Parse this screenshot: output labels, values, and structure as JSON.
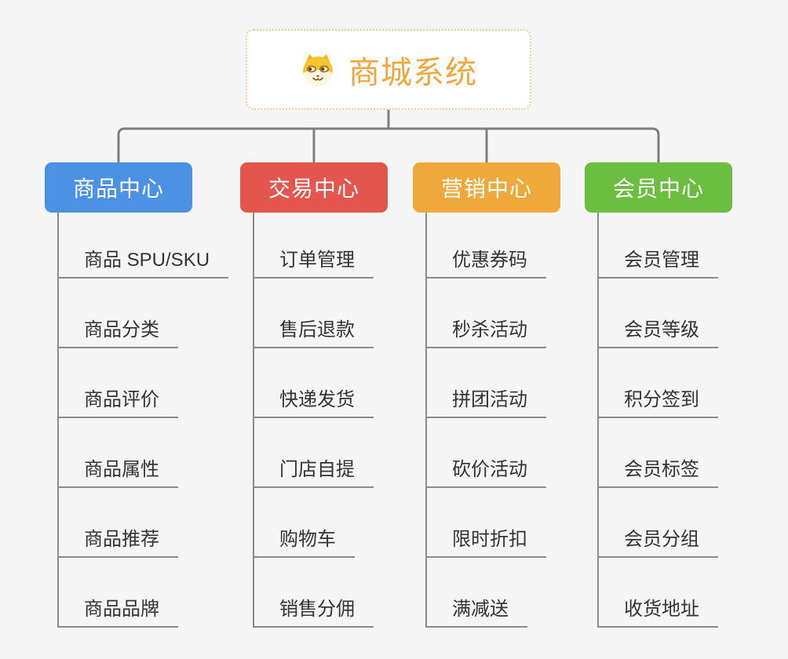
{
  "root": {
    "title": "商城系统",
    "icon": "dog-icon",
    "text_color": "#f1a73f",
    "border_color": "#f7ce90"
  },
  "colors": {
    "background": "#f5f5f5",
    "top_connector": "#7e7e7e",
    "branch_line": "#8b8b8b",
    "leaf_text": "#333333"
  },
  "branches": [
    {
      "label": "商品中心",
      "color": "#4b92e5",
      "children": [
        "商品 SPU/SKU",
        "商品分类",
        "商品评价",
        "商品属性",
        "商品推荐",
        "商品品牌"
      ]
    },
    {
      "label": "交易中心",
      "color": "#e4554e",
      "children": [
        "订单管理",
        "售后退款",
        "快递发货",
        "门店自提",
        "购物车",
        "销售分佣"
      ]
    },
    {
      "label": "营销中心",
      "color": "#efa93b",
      "children": [
        "优惠券码",
        "秒杀活动",
        "拼团活动",
        "砍价活动",
        "限时折扣",
        "满减送"
      ]
    },
    {
      "label": "会员中心",
      "color": "#6cbe40",
      "children": [
        "会员管理",
        "会员等级",
        "积分签到",
        "会员标签",
        "会员分组",
        "收货地址"
      ]
    }
  ]
}
